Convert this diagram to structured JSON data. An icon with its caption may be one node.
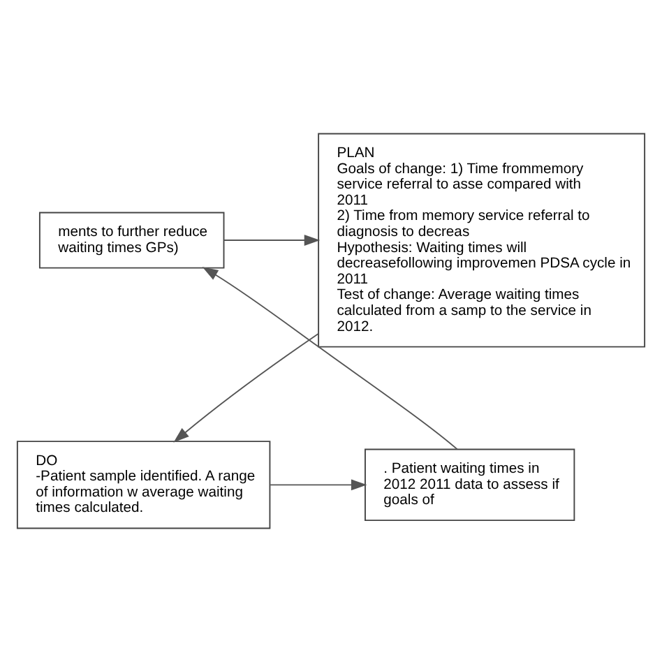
{
  "diagram": {
    "nodes": [
      {
        "text": [
          "ments to further reduce waiting times GPs)"
        ]
      },
      {
        "text": [
          "PLAN",
          "Goals of change: 1) Time frommemory service referral to asse compared with 2011",
          "2) Time from memory service referral to diagnosis to decreas",
          "Hypothesis: Waiting times will decreasefollowing improvemen PDSA cycle in 2011",
          "Test of change: Average waiting times calculated from a samp to the service in 2012."
        ]
      },
      {
        "text": [
          "DO",
          "-Patient sample identified. A range of information w average waiting times calculated."
        ]
      },
      {
        "text": [
          ". Patient waiting times in 2012 2011 data to assess if goals of"
        ]
      }
    ],
    "edges": [
      {
        "from": 0,
        "to": 1,
        "arrow": "to"
      },
      {
        "from": 1,
        "to": 2,
        "arrow": "to"
      },
      {
        "from": 2,
        "to": 3,
        "arrow": "to"
      },
      {
        "from": 3,
        "to": 0,
        "arrow": "to"
      }
    ]
  }
}
